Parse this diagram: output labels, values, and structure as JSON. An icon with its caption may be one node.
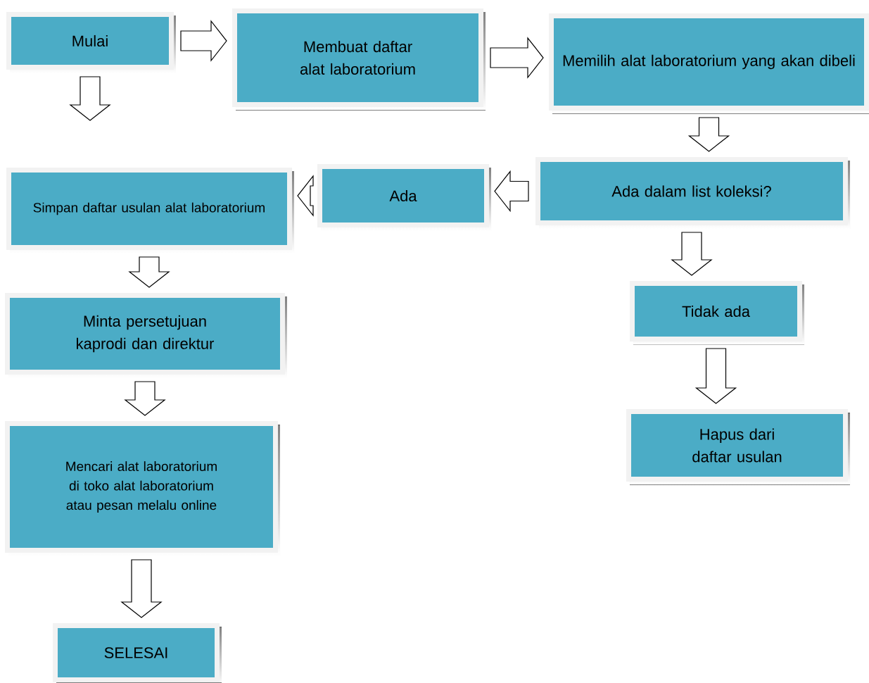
{
  "diagram": {
    "nodes": [
      {
        "text": [
          "Mulai"
        ]
      },
      {
        "text": [
          "Membuat daftar alat laboratorium"
        ]
      },
      {
        "text": [
          "Memilih alat laboratorium yang akan dibeli"
        ]
      },
      {
        "text": [
          "Ada dalam list koleksi?"
        ]
      },
      {
        "text": [
          "Ada"
        ]
      },
      {
        "text": [
          "Simpan daftar usulan alat laboratorium"
        ]
      },
      {
        "text": [
          "Minta persetujuan kaprodi dan direktur"
        ]
      },
      {
        "text": [
          "Mencari alat laboratorium di toko alat laboratorium atau pesan melalu online"
        ]
      },
      {
        "text": [
          "SELESAI"
        ]
      },
      {
        "text": [
          "Tidak ada"
        ]
      },
      {
        "text": [
          "Hapus dari daftar usulan"
        ]
      }
    ],
    "edges": [
      {
        "from": 0,
        "to": 1,
        "arrow": "to"
      },
      {
        "from": 1,
        "to": 2,
        "arrow": "to"
      },
      {
        "from": 0,
        "to": null,
        "arrow": "to"
      },
      {
        "from": 2,
        "to": 3,
        "arrow": "to"
      },
      {
        "from": 3,
        "to": 4,
        "arrow": "to"
      },
      {
        "from": 4,
        "to": 5,
        "arrow": "to"
      },
      {
        "from": 3,
        "to": 9,
        "arrow": "to"
      },
      {
        "from": 5,
        "to": 6,
        "arrow": "to"
      },
      {
        "from": 9,
        "to": 10,
        "arrow": "to"
      },
      {
        "from": 6,
        "to": 7,
        "arrow": "to"
      },
      {
        "from": 7,
        "to": 8,
        "arrow": "to"
      }
    ]
  }
}
